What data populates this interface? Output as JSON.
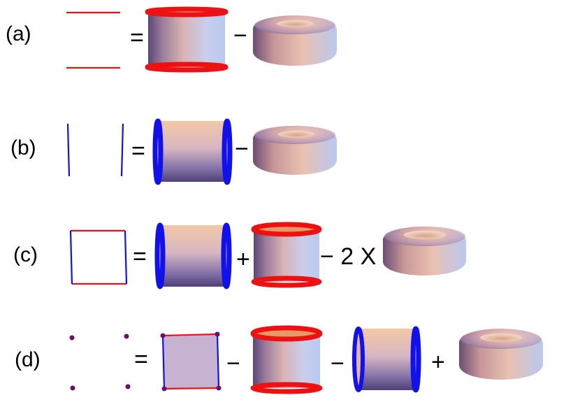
{
  "rows": {
    "a": {
      "label": "(a)",
      "operators": [
        "=",
        "−"
      ]
    },
    "b": {
      "label": "(b)",
      "operators": [
        "=",
        "−"
      ]
    },
    "c": {
      "label": "(c)",
      "operators": [
        "=",
        "+",
        "− 2 X"
      ]
    },
    "d": {
      "label": "(d)",
      "operators": [
        "=",
        "−",
        "−",
        "+"
      ]
    }
  },
  "colors": {
    "red_edge": "#ee1111",
    "blue_edge": "#1111ee",
    "vertex": "#6a0f6a",
    "face_fill": "#c7b2d2",
    "surface_light": "#c3d0ee",
    "surface_warm": "#f0c3a8",
    "surface_dark": "#5e4a82",
    "top_opening": "#e59a68"
  }
}
